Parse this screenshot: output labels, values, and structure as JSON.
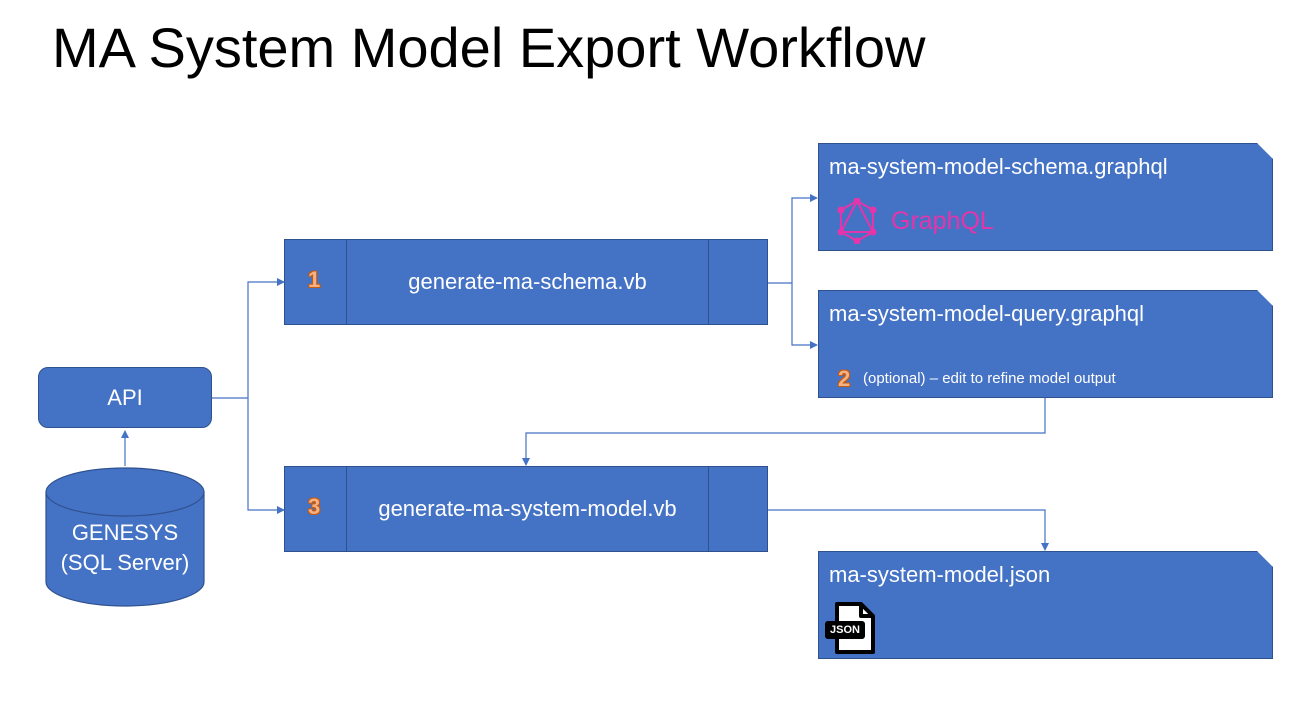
{
  "title": "MA System Model Export Workflow",
  "api": {
    "label": "API"
  },
  "database": {
    "name": "GENESYS",
    "engine": "(SQL Server)"
  },
  "steps": [
    {
      "number": "1",
      "label": "generate-ma-schema.vb"
    },
    {
      "number": "3",
      "label": "generate-ma-system-model.vb"
    }
  ],
  "outputs": {
    "schema": {
      "filename": "ma-system-model-schema.graphql",
      "logo_text": "GraphQL",
      "logo_icon": "graphql-logo-icon"
    },
    "query": {
      "filename": "ma-system-model-query.graphql",
      "step_number": "2",
      "note": "(optional) – edit to refine model output"
    },
    "model": {
      "filename": "ma-system-model.json",
      "icon_text": "JSON",
      "icon": "json-file-icon"
    }
  },
  "colors": {
    "box_fill": "#4472c4",
    "box_border": "#2f528f",
    "graphql": "#e535ab",
    "step_number": "#f4b183"
  }
}
